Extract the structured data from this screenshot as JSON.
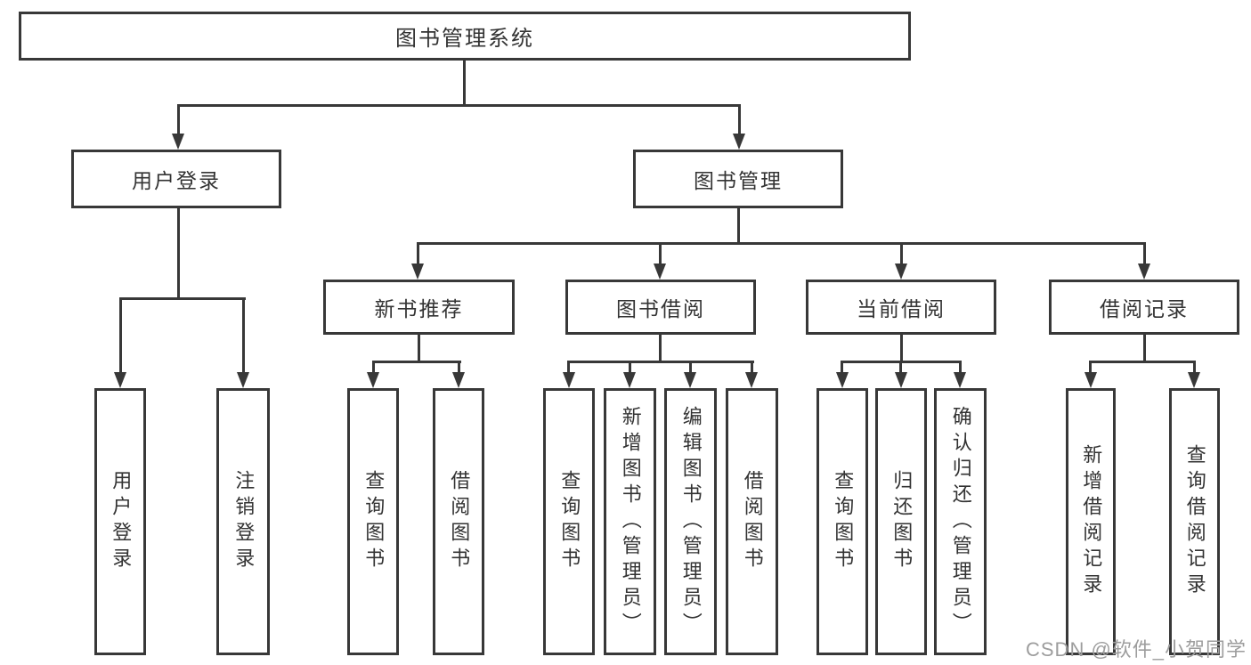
{
  "tree": {
    "label": "图书管理系统",
    "children": [
      {
        "label": "用户登录",
        "children": [
          {
            "label": "用户登录"
          },
          {
            "label": "注销登录"
          }
        ]
      },
      {
        "label": "图书管理",
        "children": [
          {
            "label": "新书推荐",
            "children": [
              {
                "label": "查询图书"
              },
              {
                "label": "借阅图书"
              }
            ]
          },
          {
            "label": "图书借阅",
            "children": [
              {
                "label": "查询图书"
              },
              {
                "label": "新增图书（管理员）"
              },
              {
                "label": "编辑图书（管理员）"
              },
              {
                "label": "借阅图书"
              }
            ]
          },
          {
            "label": "当前借阅",
            "children": [
              {
                "label": "查询图书"
              },
              {
                "label": "归还图书"
              },
              {
                "label": "确认归还（管理员）"
              }
            ]
          },
          {
            "label": "借阅记录",
            "children": [
              {
                "label": "新增借阅记录"
              },
              {
                "label": "查询借阅记录"
              }
            ]
          }
        ]
      }
    ]
  },
  "watermark": "CSDN @软件_小贺同学",
  "colors": {
    "line": "#383838",
    "text": "#333333",
    "watermark": "#9d9d9d",
    "background": "#ffffff"
  }
}
